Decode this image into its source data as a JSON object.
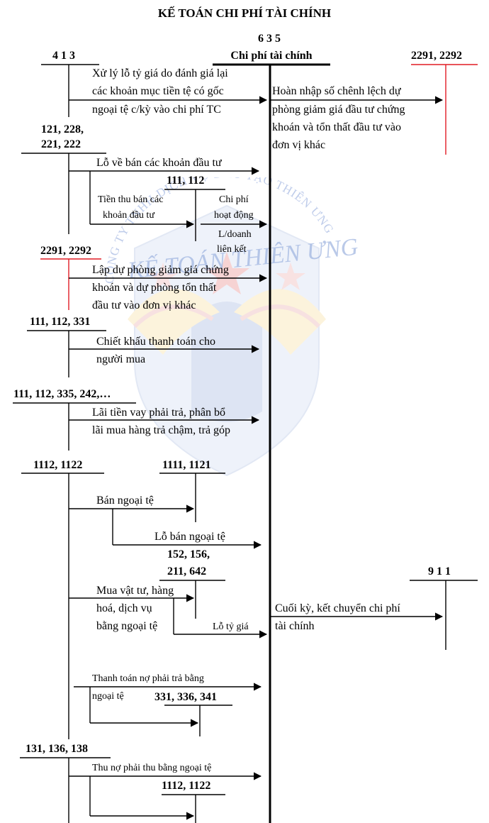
{
  "title": "KẾ TOÁN CHI PHÍ TÀI CHÍNH",
  "main_account": {
    "number": "6 3 5",
    "name": "Chi phí tài chính"
  },
  "accounts": {
    "a413": "4 1 3",
    "a2291_top": "2291, 2292",
    "a121_l1": "121, 228,",
    "a121_l2": "221, 222",
    "a111_112_a": "111, 112",
    "a2291_mid": "2291, 2292",
    "a111_112_331": "111, 112, 331",
    "a111_112_335": "111, 112, 335, 242,…",
    "a1112_1122_a": "1112, 1122",
    "a1111_1121": "1111, 1121",
    "a152_l1": "152, 156,",
    "a152_l2": "211, 642",
    "a911": "9 1 1",
    "a331_336_341": "331, 336, 341",
    "a131_136_138": "131, 136, 138",
    "a1112_1122_b": "1112, 1122"
  },
  "texts": {
    "xu_ly_l1": "Xử lý lỗ tỷ giá do đánh giá lại",
    "xu_ly_l2": "các khoản mục tiền tệ có gốc",
    "xu_ly_l3": "ngoại tệ c/kỳ vào chi phí TC",
    "hoan_nhap_l1": "Hoàn nhập số chênh lệch dự",
    "hoan_nhap_l2": "phòng giảm giá đầu tư chứng",
    "hoan_nhap_l3": "khoán và tổn thất đầu tư vào",
    "hoan_nhap_l4": "đơn vị khác",
    "lo_ban": "Lỗ về bán các khoản đầu tư",
    "tien_thu_l1": "Tiền thu bán các",
    "tien_thu_l2": "khoản đầu tư",
    "chi_phi_l1": "Chi phí",
    "chi_phi_l2": "hoạt động",
    "chi_phi_l3": "L/doanh",
    "chi_phi_l4": "liên kết",
    "lap_du_phong_l1": "Lập dự phòng giảm giá chứng",
    "lap_du_phong_l2": "khoán và dự phòng tổn thất",
    "lap_du_phong_l3": "đầu tư vào đơn vị khác",
    "chiet_khau_l1": "Chiết khấu thanh toán cho",
    "chiet_khau_l2": "người mua",
    "lai_tien_vay_l1": "Lãi tiền vay phải trả, phân bổ",
    "lai_tien_vay_l2": "lãi mua hàng trả chậm, trả góp",
    "ban_ngoai_te": "Bán ngoại tệ",
    "lo_ban_ngoai_te": "Lỗ bán ngoại tệ",
    "mua_vat_tu_l1": "Mua vật tư, hàng",
    "mua_vat_tu_l2": "hoá, dịch  vụ",
    "mua_vat_tu_l3": "bằng ngoại tệ",
    "lo_ty_gia": "Lỗ tỷ giá",
    "cuoi_ky_l1": "Cuối kỳ, kết chuyển chi phí",
    "cuoi_ky_l2": "tài chính",
    "thanh_toan_no_l1": "Thanh toán nợ phải trả bằng",
    "thanh_toan_no_l2": "ngoại tệ",
    "thu_no": "Thu nợ phải thu bằng ngoại tệ"
  },
  "watermark": {
    "arc_text": "CÔNG TY TNHH DỊCH VỤ ĐÀO TẠO THIÊN ƯNG",
    "brand_text": "KẾ TOÁN THIÊN ƯNG"
  },
  "colors": {
    "line": "#000000",
    "red": "#e01b24",
    "watermark_blue": "#2d5fb8",
    "watermark_red": "#d93a3a",
    "watermark_gold": "#f0c24a"
  }
}
